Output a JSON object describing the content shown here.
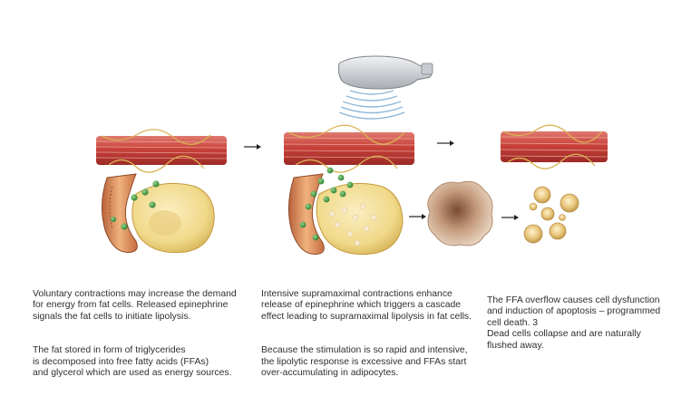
{
  "captions": {
    "stage1": {
      "p1": "Voluntary contractions may increase the demand\nfor energy from fat cells. Released epinephrine\nsignals the fat cells to initiate lipolysis.",
      "p2": "The fat stored in form of triglycerides\nis decomposed into free fatty acids (FFAs)\nand glycerol which are used as energy sources."
    },
    "stage2": {
      "p1": "Intensive supramaximal contractions enhance\nrelease of epinephrine which triggers a cascade\neffect leading to supramaximal lipolysis in fat cells.",
      "p2": "Because the stimulation is so rapid and intensive,\nthe lipolytic response is excessive and FFAs start\nover-accumulating in adipocytes."
    },
    "stage3": {
      "p1": "The FFA overflow causes cell dysfunction\nand induction of apoptosis – programmed\ncell death. 3\nDead cells collapse and are naturally\nflushed away."
    }
  },
  "colors": {
    "muscle": "#c8423a",
    "muscle_dark": "#9c2a26",
    "fat_cell": "#f0d98a",
    "ffa_dot": "#3c9a3a",
    "vessel": "#d8834d",
    "applicator": "#d9dbde",
    "wave": "#8fb7d8",
    "arrow": "#222222"
  }
}
